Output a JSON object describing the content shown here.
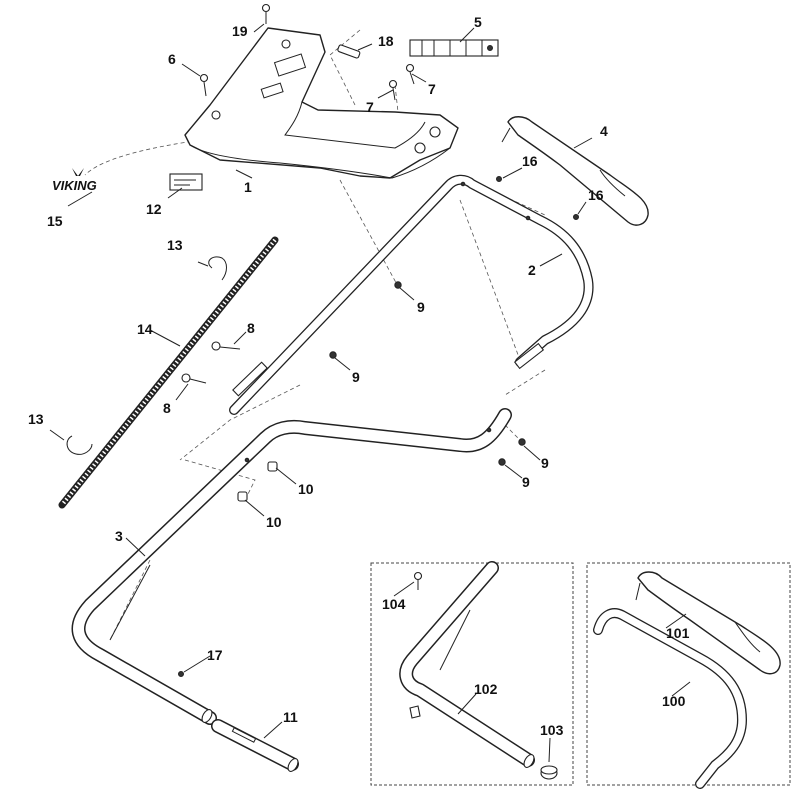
{
  "brand": {
    "logo_text": "VIKING"
  },
  "callouts": {
    "c1": "1",
    "c2": "2",
    "c3": "3",
    "c4": "4",
    "c5": "5",
    "c6": "6",
    "c7a": "7",
    "c7b": "7",
    "c8a": "8",
    "c8b": "8",
    "c9a": "9",
    "c9b": "9",
    "c9c": "9",
    "c9d": "9",
    "c10a": "10",
    "c10b": "10",
    "c11": "11",
    "c12": "12",
    "c13a": "13",
    "c13b": "13",
    "c14": "14",
    "c15": "15",
    "c16a": "16",
    "c16b": "16",
    "c17": "17",
    "c18": "18",
    "c19": "19",
    "c100": "100",
    "c101": "101",
    "c102": "102",
    "c103": "103",
    "c104": "104"
  }
}
